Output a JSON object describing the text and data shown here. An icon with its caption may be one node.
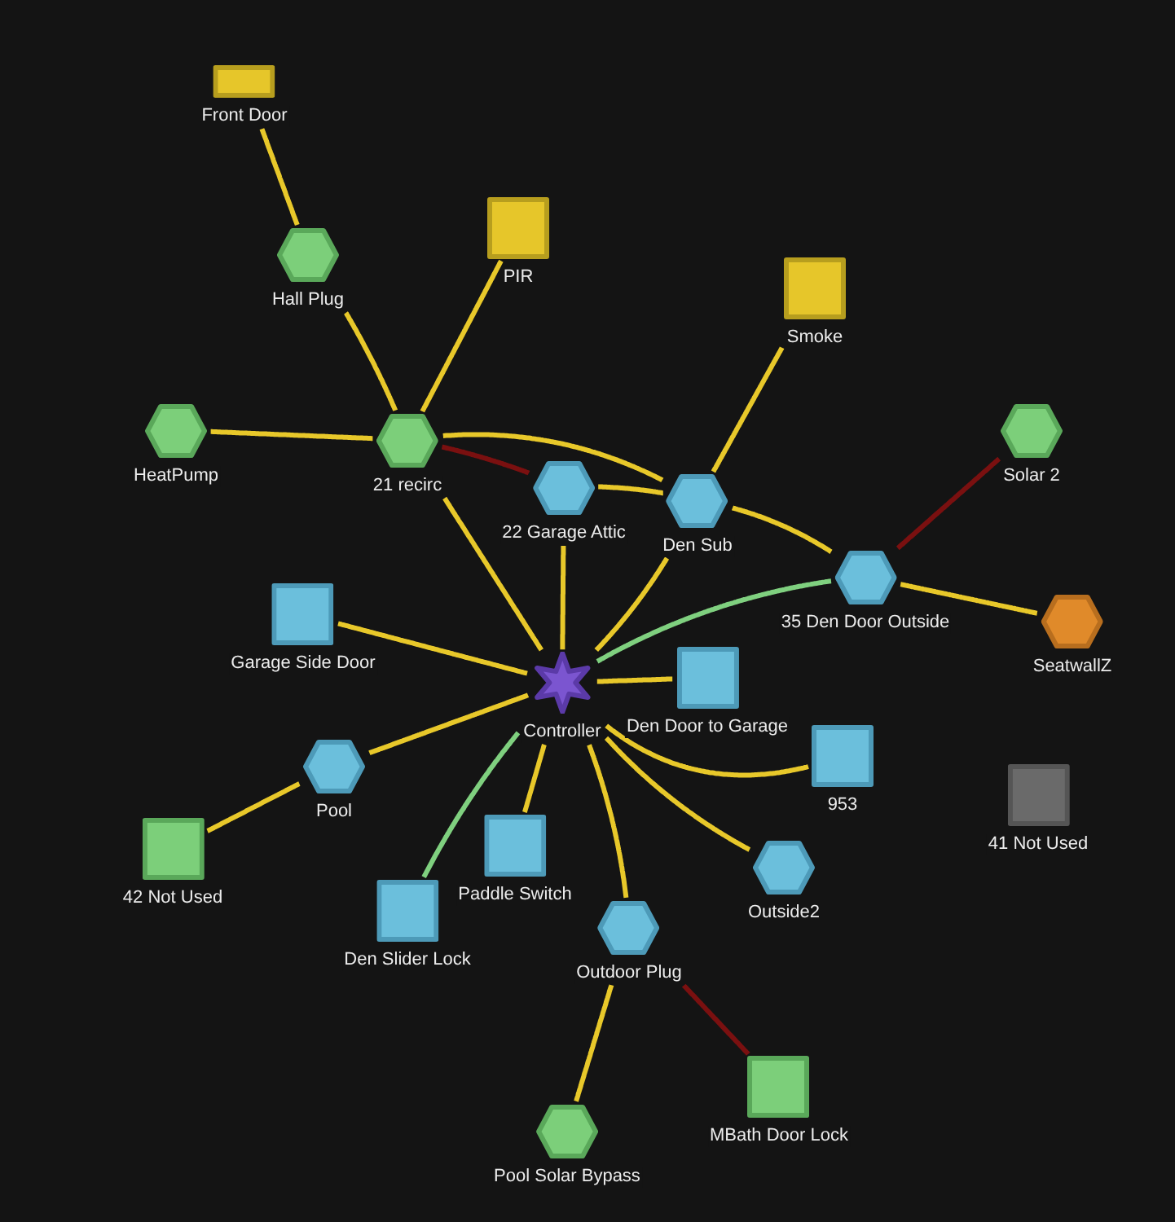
{
  "diagram": {
    "nodes": [
      {
        "text": [
          "Front Door"
        ]
      },
      {
        "text": [
          "Hall Plug"
        ]
      },
      {
        "text": [
          "PIR"
        ]
      },
      {
        "text": [
          "Smoke"
        ]
      },
      {
        "text": [
          "HeatPump"
        ]
      },
      {
        "text": [
          "21 recirc"
        ]
      },
      {
        "text": [
          "Solar 2"
        ]
      },
      {
        "text": [
          "22 Garage Attic"
        ]
      },
      {
        "text": [
          "Den Sub"
        ]
      },
      {
        "text": [
          "35 Den Door Outside"
        ]
      },
      {
        "text": [
          "Garage Side Door"
        ]
      },
      {
        "text": [
          "SeatwallZ"
        ]
      },
      {
        "text": [
          "Den Door to Garage"
        ]
      },
      {
        "text": [
          "Controller"
        ]
      },
      {
        "text": [
          "Pool"
        ]
      },
      {
        "text": [
          "953"
        ]
      },
      {
        "text": [
          "41 Not Used"
        ]
      },
      {
        "text": [
          "42 Not Used"
        ]
      },
      {
        "text": [
          "Paddle Switch"
        ]
      },
      {
        "text": [
          "Outside2"
        ]
      },
      {
        "text": [
          "Den Slider Lock"
        ]
      },
      {
        "text": [
          "Outdoor Plug"
        ]
      },
      {
        "text": [
          "Pool Solar Bypass"
        ]
      },
      {
        "text": [
          "MBath Door Lock"
        ]
      }
    ],
    "edges": [
      {
        "from": 0,
        "to": 1,
        "arrow": "none"
      },
      {
        "from": 1,
        "to": 5,
        "arrow": "none"
      },
      {
        "from": 2,
        "to": 5,
        "arrow": "none"
      },
      {
        "from": 4,
        "to": 5,
        "arrow": "none"
      },
      {
        "from": 5,
        "to": 7,
        "arrow": "none",
        "color": "#7a1010"
      },
      {
        "from": 5,
        "to": 8,
        "arrow": "none"
      },
      {
        "from": 5,
        "to": 13,
        "arrow": "none"
      },
      {
        "from": 7,
        "to": 8,
        "arrow": "none"
      },
      {
        "from": 7,
        "to": 13,
        "arrow": "none"
      },
      {
        "from": 3,
        "to": 8,
        "arrow": "none"
      },
      {
        "from": 8,
        "to": 13,
        "arrow": "none"
      },
      {
        "from": 8,
        "to": 9,
        "arrow": "none"
      },
      {
        "from": 9,
        "to": 6,
        "arrow": "none",
        "color": "#7a1010"
      },
      {
        "from": 9,
        "to": 11,
        "arrow": "none"
      },
      {
        "from": 9,
        "to": 13,
        "arrow": "none",
        "color": "#7fd07f"
      },
      {
        "from": 10,
        "to": 13,
        "arrow": "none"
      },
      {
        "from": 12,
        "to": 13,
        "arrow": "none"
      },
      {
        "from": 15,
        "to": 13,
        "arrow": "none"
      },
      {
        "from": 14,
        "to": 13,
        "arrow": "none"
      },
      {
        "from": 17,
        "to": 14,
        "arrow": "none"
      },
      {
        "from": 18,
        "to": 13,
        "arrow": "none"
      },
      {
        "from": 20,
        "to": 13,
        "arrow": "none",
        "color": "#7fd07f"
      },
      {
        "from": 21,
        "to": 13,
        "arrow": "none"
      },
      {
        "from": 19,
        "to": 13,
        "arrow": "none"
      },
      {
        "from": 21,
        "to": 22,
        "arrow": "none"
      },
      {
        "from": 21,
        "to": 23,
        "arrow": "none",
        "color": "#7a1010"
      }
    ]
  }
}
